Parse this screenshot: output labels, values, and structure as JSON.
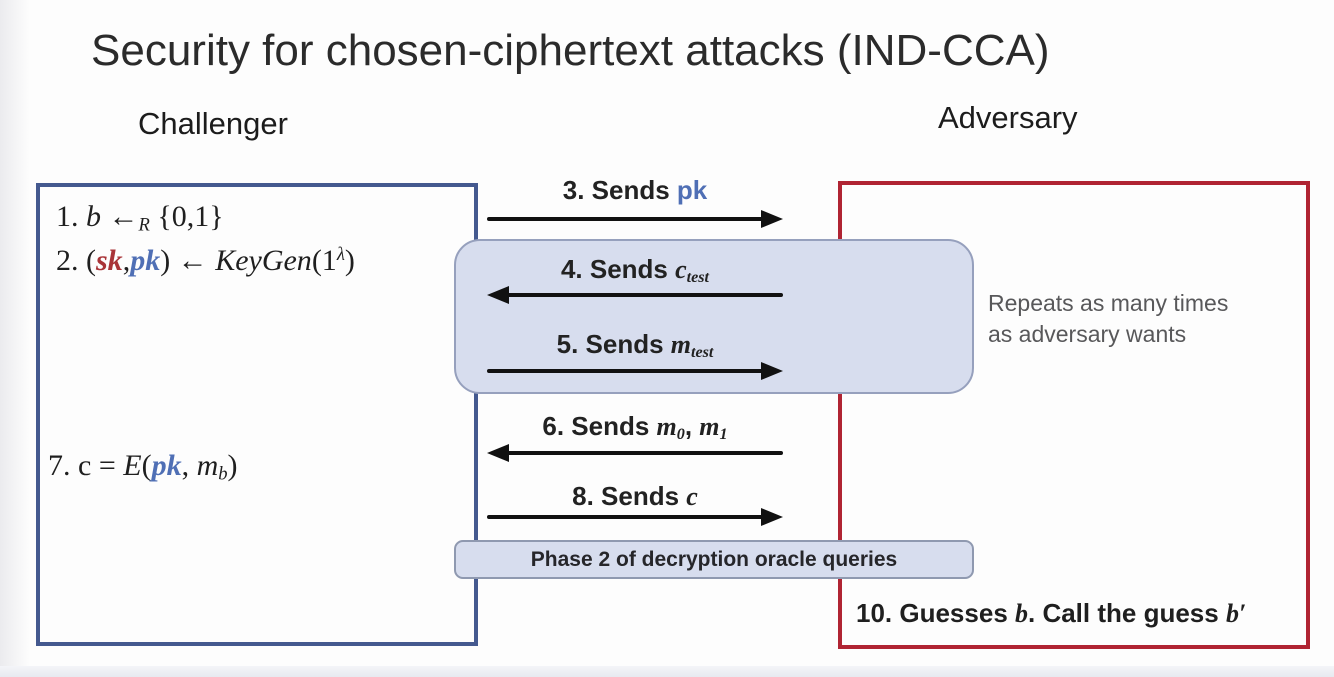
{
  "title": "Security for chosen-ciphertext attacks (IND-CCA)",
  "actors": {
    "left": "Challenger",
    "right": "Adversary"
  },
  "challenger": {
    "steps": [
      {
        "prefix": "1. ",
        "var": "b",
        "arrow": " ←",
        "sub": "R",
        "rest": " {0,1}"
      },
      {
        "prefix": "2. (",
        "sk": "sk",
        "comma": ",",
        "pk": "pk",
        "mid": ") ← ",
        "func": "KeyGen",
        "argopen": "(1",
        "sup": "λ",
        "argclose": ")"
      },
      {
        "prefix": "7. c = ",
        "func": "E",
        "open": "(",
        "pk": "pk",
        "comma": ", ",
        "var": "m",
        "sub": "b",
        "close": ")"
      }
    ]
  },
  "messages": [
    {
      "prefix": "3. Sends ",
      "arg": "pk",
      "direction": "right"
    },
    {
      "prefix": "4. Sends ",
      "arg": "c",
      "sub": "test",
      "direction": "left"
    },
    {
      "prefix": "5. Sends ",
      "arg": "m",
      "sub": "test",
      "direction": "right"
    },
    {
      "prefix": "6. Sends ",
      "arg1": "m",
      "sub1": "0",
      "sep": ", ",
      "arg2": "m",
      "sub2": "1",
      "direction": "left"
    },
    {
      "prefix": "8. Sends ",
      "arg": "c",
      "direction": "right"
    }
  ],
  "annotations": {
    "repeat_note_line1": "Repeats as many times",
    "repeat_note_line2": "as adversary wants",
    "phase2_label": "Phase 2 of decryption oracle queries"
  },
  "adversary": {
    "guess_prefix": "10. Guesses ",
    "guess_b": "b",
    "guess_mid": ". Call the guess ",
    "guess_bprime": "b′"
  },
  "colors": {
    "challenger_border": "#44598f",
    "adversary_border": "#b02433",
    "panel_fill": "#d7ddee",
    "panel_border": "#96a0bd",
    "sk_red": "#a93438",
    "pk_blue": "#4f6fb5",
    "note_gray": "#58585a",
    "arrow_black": "#111111"
  }
}
